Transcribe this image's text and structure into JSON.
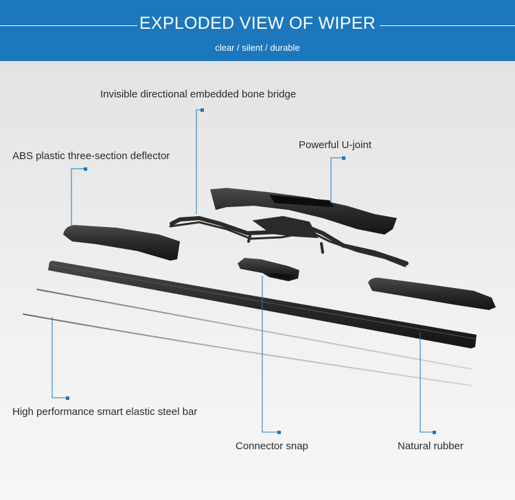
{
  "header": {
    "title": "EXPLODED VIEW OF WIPER",
    "subtitle": "clear / silent / durable"
  },
  "labels": {
    "bone_bridge": "Invisible directional embedded bone bridge",
    "deflector": "ABS plastic three-section deflector",
    "u_joint": "Powerful U-joint",
    "steel_bar": "High performance smart elastic steel bar",
    "connector": "Connector snap",
    "rubber": "Natural rubber"
  },
  "colors": {
    "header_bg": "#1d77bd",
    "callout": "#1d77bd",
    "part": "#2b2b2b"
  }
}
